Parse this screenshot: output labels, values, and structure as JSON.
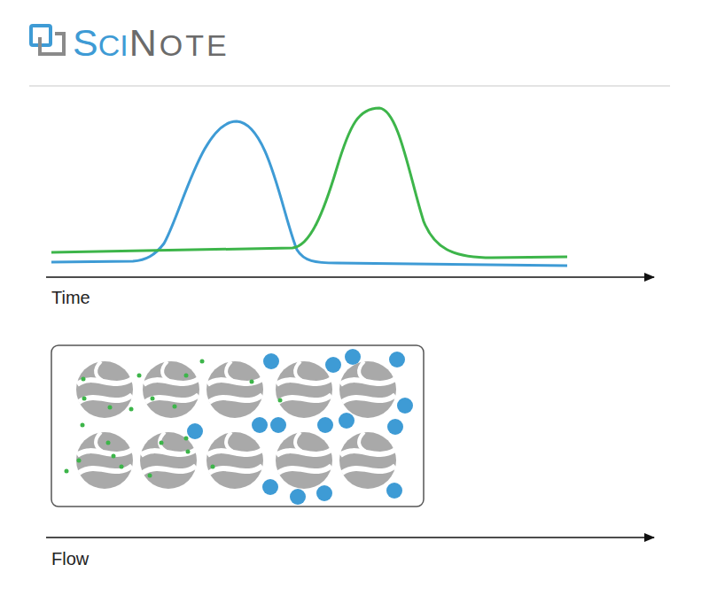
{
  "diagram": {
    "labels": [
      "SCI",
      "NOTE",
      "Time",
      "Flow"
    ]
  }
}
